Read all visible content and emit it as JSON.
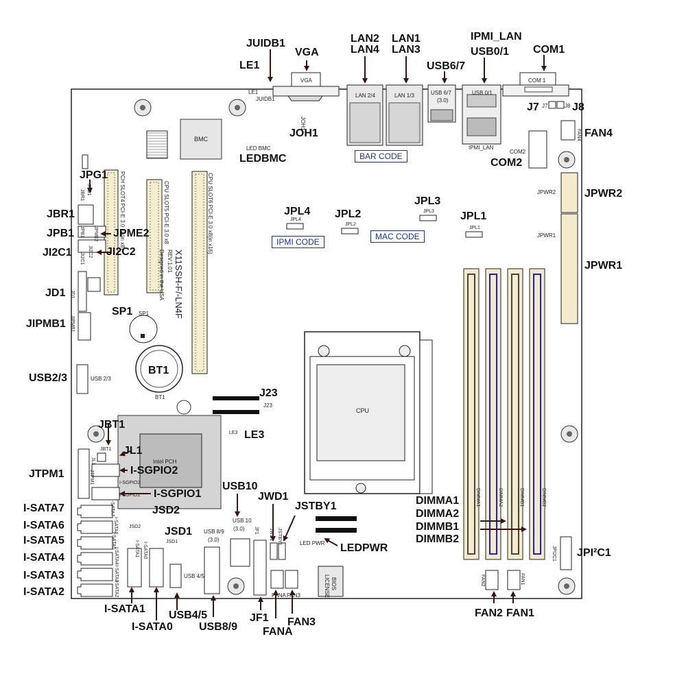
{
  "labels": {
    "juidb1": "JUIDB1",
    "vga": "VGA",
    "le1": "LE1",
    "lan2_4a": "LAN2",
    "lan2_4b": "LAN4",
    "lan1_3a": "LAN1",
    "lan1_3b": "LAN3",
    "usb67": "USB6/7",
    "ipmi_lan": "IPMI_LAN",
    "usb01": "USB0/1",
    "com1": "COM1",
    "j7": "J7",
    "j8": "J8",
    "fan4": "FAN4",
    "joh1": "JOH1",
    "ledbmc": "LEDBMC",
    "com2": "COM2",
    "jpg1": "JPG1",
    "jpwr2": "JPWR2",
    "jbr1": "JBR1",
    "jpl4": "JPL4",
    "jpl2": "JPL2",
    "jpl3": "JPL3",
    "jpl1": "JPL1",
    "jpb1": "JPB1",
    "jpme2": "JPME2",
    "ji2c1": "JI2C1",
    "ji2c2": "JI2C2",
    "jpwr1": "JPWR1",
    "jd1": "JD1",
    "sp1": "SP1",
    "jipmb1": "JIPMB1",
    "bt1": "BT1",
    "usb23": "USB2/3",
    "j23": "J23",
    "jbt1": "JBT1",
    "le3": "LE3",
    "jl1": "JL1",
    "jtpm1": "JTPM1",
    "isgpio2": "I-SGPIO2",
    "isgpio1": "I-SGPIO1",
    "usb10": "USB10",
    "jwd1": "JWD1",
    "jstby1": "JSTBY1",
    "dimma1": "DIMMA1",
    "dimma2": "DIMMA2",
    "dimmb1": "DIMMB1",
    "dimmb2": "DIMMB2",
    "isata7": "I-SATA7",
    "jsd2": "JSD2",
    "isata6": "I-SATA6",
    "isata5": "I-SATA5",
    "jsd1": "JSD1",
    "ledpwr": "LEDPWR",
    "jpi2c1": "JPI²C1",
    "isata4": "I-SATA4",
    "isata3": "I-SATA3",
    "isata2": "I-SATA2",
    "isata1": "I-SATA1",
    "usb45": "USB4/5",
    "isata0": "I-SATA0",
    "usb89": "USB8/9",
    "jf1": "JF1",
    "fana": "FANA",
    "fan3": "FAN3",
    "fan2": "FAN2",
    "fan1": "FAN1"
  },
  "codes": {
    "bar_code": "BAR CODE",
    "ipmi_code": "IPMI CODE",
    "mac_code": "MAC CODE"
  },
  "silk": {
    "vga": "VGA",
    "lan24": "LAN 2/4",
    "lan13": "LAN 1/3",
    "usb67": "USB 6/7",
    "usb67v": "(3.0)",
    "usb01": "USB 0/1",
    "ipmi_lan": "IPMI_LAN",
    "com1": "COM 1",
    "com2": "COM2",
    "le1": "LE1",
    "juidb1": "JUIDB1",
    "joh1": "JOH1",
    "ledbmc": "LED BMC",
    "bmc": "BMC",
    "j7": "J7",
    "j8": "J8",
    "fan4": "FAN4",
    "jpwr2": "JPWR2",
    "jpwr1": "JPWR1",
    "jpl4": "JPL4",
    "jpl2": "JPL2",
    "jpl3": "JPL3",
    "jpl1": "JPL1",
    "slot4": "PCH SLOT4 PCI-E 3.0 x4(in x8)",
    "slot5": "CPU SLOT5 PCI-E 3.0 x8",
    "slot6": "CPU SLOT6 PCI-E 3.0 x8(in x16)",
    "model": "X11SSH-F/-LN4F",
    "rev": "REV:1.01",
    "usa": "Designed in the USA",
    "jpg1": "JPG1",
    "jbr1": "JBR1",
    "jpb1": "JPB1",
    "jpme2": "JPME2",
    "ji2c1": "JI2C1",
    "ji2c2": "JI2C2",
    "jd1": "JD1",
    "jipmb1": "JIPMB1",
    "sp1": "SP1",
    "bt1": "BT1",
    "usb23": "USB 2/3",
    "j23": "J23",
    "cpu": "CPU",
    "le3": "LE3",
    "intel_pch": "Intel PCH",
    "jbt1": "JBT1",
    "jl1": "JL1",
    "isgpio2": "I-SGPIO2",
    "isgpio1": "I-SGPIO1",
    "jtpm1": "JTPM1",
    "usb10": "USB 10",
    "usb10v": "(3.0)",
    "jf1": "JF1",
    "jwd1": "JWD1",
    "jstby1": "JSTBY1",
    "ledpwr": "LED PWR",
    "dimma1": "DIMMA1",
    "dimma2": "DIMMA2",
    "dimmb1": "DIMMB1",
    "dimmb2": "DIMMB2",
    "jpi2c1": "JPI2C1",
    "isata7": "I-SATA7",
    "isata6": "I-SATA6",
    "isata5": "I-SATA5",
    "isata4": "I-SATA4",
    "isata3": "I-SATA3",
    "isata2": "I-SATA2",
    "isata1": "I-SATA1",
    "isata0": "I-SATA0",
    "jsd2": "JSD2",
    "jsd1": "JSD1",
    "usb45": "USB 4/5",
    "usb89": "USB 8/9",
    "usb89v": "(3.0)",
    "fana": "FANA",
    "fan3": "FAN3",
    "fan2": "FAN2",
    "fan1": "FAN1",
    "bios": "BIOS",
    "license": "LICENSE"
  },
  "colors": {
    "outline": "#222222",
    "dimm_blue": "#1a1aff",
    "code_blue": "#1a2fb0",
    "slot_fill": "#f5efcf",
    "dimm_fill": "#f3ebcb"
  }
}
